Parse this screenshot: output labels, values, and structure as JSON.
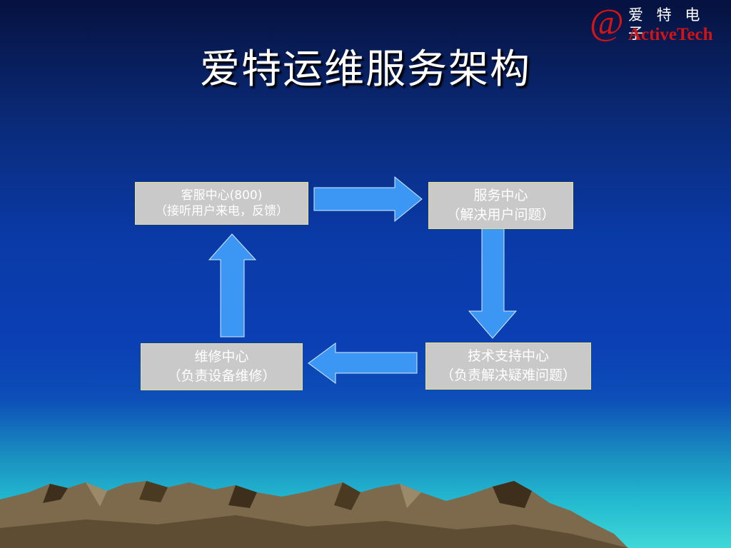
{
  "slide": {
    "title": "爱特运维服务架构",
    "logo": {
      "symbol": "@",
      "chinese": "爱 特 电 子",
      "english": "ActiveTech",
      "color": "#d41414"
    }
  },
  "diagram": {
    "nodes": [
      {
        "id": "customer-service",
        "line1": "客服中心(800)",
        "line2": "（接听用户来电，反馈）"
      },
      {
        "id": "service-center",
        "line1": "服务中心",
        "line2": "（解决用户问题）"
      },
      {
        "id": "tech-support",
        "line1": "技术支持中心",
        "line2": "（负责解决疑难问题）"
      },
      {
        "id": "repair-center",
        "line1": "维修中心",
        "line2": "（负责设备维修）"
      }
    ],
    "edges": [
      {
        "from": "customer-service",
        "to": "service-center"
      },
      {
        "from": "service-center",
        "to": "tech-support"
      },
      {
        "from": "tech-support",
        "to": "repair-center"
      },
      {
        "from": "repair-center",
        "to": "customer-service"
      }
    ],
    "arrow_color": "#3b97f3",
    "node_color": "#c9c9c9"
  }
}
